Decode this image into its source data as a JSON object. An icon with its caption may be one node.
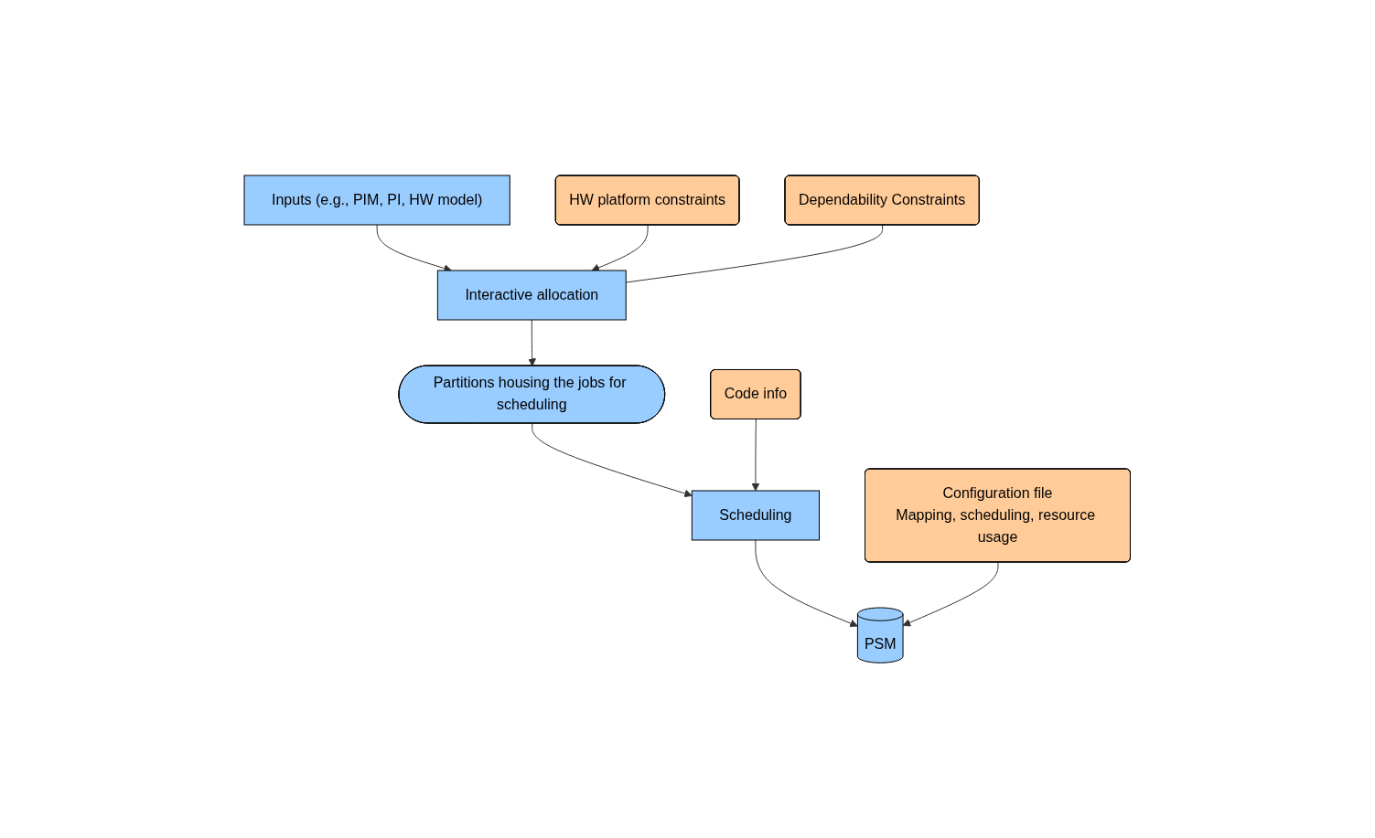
{
  "diagram": {
    "nodes": [
      {
        "text": [
          "Inputs (e.g., PIM, PI, HW model)"
        ]
      },
      {
        "text": [
          "HW platform constraints"
        ]
      },
      {
        "text": [
          "Interactive allocation"
        ]
      },
      {
        "text": [
          "Dependability Constraints"
        ]
      },
      {
        "text": [
          "Partitions housing the jobs for scheduling"
        ]
      },
      {
        "text": [
          "Code info"
        ]
      },
      {
        "text": [
          "Scheduling"
        ]
      },
      {
        "text": [
          "PSM"
        ]
      },
      {
        "text": [
          "Configuration file",
          "Mapping, scheduling, resource usage"
        ]
      }
    ],
    "edges": [
      {
        "from": 0,
        "to": 2,
        "arrow": "to"
      },
      {
        "from": 1,
        "to": 2,
        "arrow": "to"
      },
      {
        "from": 3,
        "to": 2,
        "arrow": "none"
      },
      {
        "from": 2,
        "to": 4,
        "arrow": "to"
      },
      {
        "from": 4,
        "to": 6,
        "arrow": "to"
      },
      {
        "from": 5,
        "to": 6,
        "arrow": "to"
      },
      {
        "from": 6,
        "to": 7,
        "arrow": "to"
      },
      {
        "from": 8,
        "to": 7,
        "arrow": "to"
      }
    ]
  }
}
